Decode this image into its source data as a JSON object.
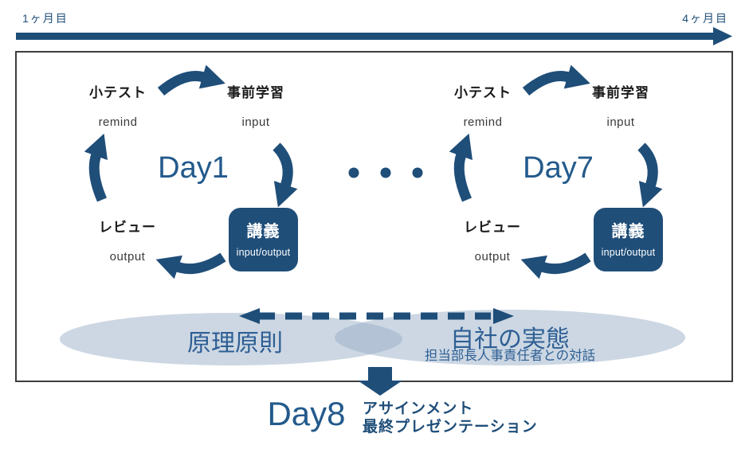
{
  "timeline": {
    "start_label": "1ヶ月目",
    "end_label": "4ヶ月目"
  },
  "colors": {
    "accent": "#1F4E79",
    "day_text": "#235A8C",
    "venn_fill": "#99AFC8",
    "venn_text": "#2E5F94",
    "border": "#3D3D3D"
  },
  "cycles": [
    {
      "day_label": "Day1",
      "quiz_title": "小テスト",
      "quiz_sub": "remind",
      "prestudy_title": "事前学習",
      "prestudy_sub": "input",
      "review_title": "レビュー",
      "review_sub": "output",
      "lecture_title": "講義",
      "lecture_sub": "input/output"
    },
    {
      "day_label": "Day7",
      "quiz_title": "小テスト",
      "quiz_sub": "remind",
      "prestudy_title": "事前学習",
      "prestudy_sub": "input",
      "review_title": "レビュー",
      "review_sub": "output",
      "lecture_title": "講義",
      "lecture_sub": "input/output"
    }
  ],
  "separator": {
    "icon": "ellipsis-dots",
    "glyph": "・・・"
  },
  "venn": {
    "left_label": "原理原則",
    "right_label": "自社の実態",
    "right_sublabel": "担当部長人事責任者との対話"
  },
  "footer": {
    "day_label": "Day8",
    "line1": "アサインメント",
    "line2": "最終プレゼンテーション"
  }
}
